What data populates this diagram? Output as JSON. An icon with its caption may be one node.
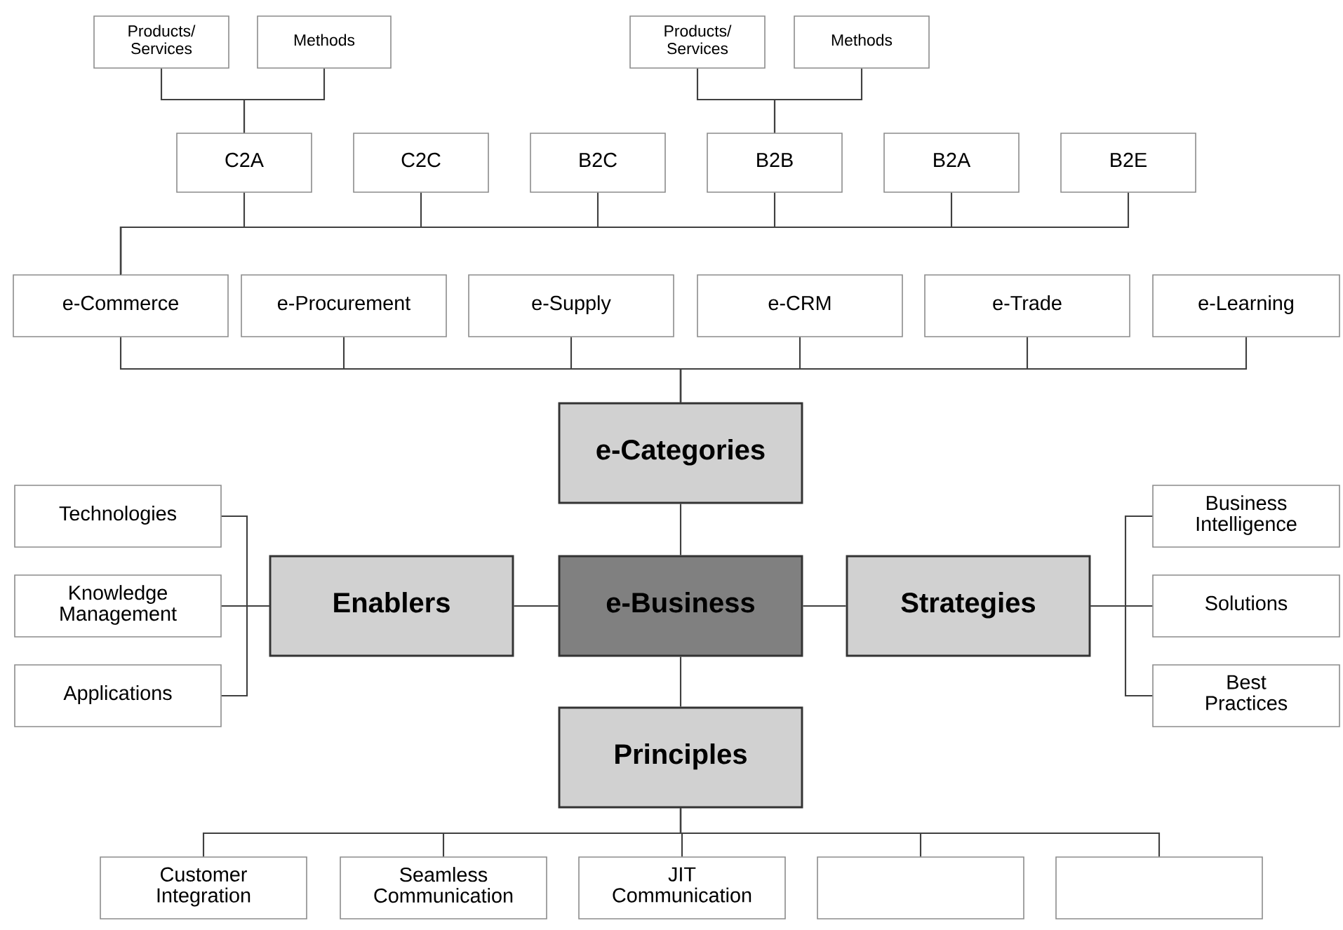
{
  "diagram": {
    "nodes": [
      {
        "text": [
          "Products/ Services"
        ]
      },
      {
        "text": [
          "Methods"
        ]
      },
      {
        "text": [
          "Products/ Services"
        ]
      },
      {
        "text": [
          "Methods"
        ]
      },
      {
        "text": [
          "C2A"
        ]
      },
      {
        "text": [
          "C2C"
        ]
      },
      {
        "text": [
          "B2C"
        ]
      },
      {
        "text": [
          "B2B"
        ]
      },
      {
        "text": [
          "B2A"
        ]
      },
      {
        "text": [
          "B2E"
        ]
      },
      {
        "text": [
          "e-Commerce"
        ]
      },
      {
        "text": [
          "e-Procurement"
        ]
      },
      {
        "text": [
          "e-Supply"
        ]
      },
      {
        "text": [
          "e-CRM"
        ]
      },
      {
        "text": [
          "e-Trade"
        ]
      },
      {
        "text": [
          "e-Learning"
        ]
      },
      {
        "text": [
          "e-Categories"
        ]
      },
      {
        "text": [
          "Technologies"
        ]
      },
      {
        "text": [
          "Knowledge Management"
        ]
      },
      {
        "text": [
          "Applications"
        ]
      },
      {
        "text": [
          "Enablers"
        ]
      },
      {
        "text": [
          "e-Business"
        ]
      },
      {
        "text": [
          "Strategies"
        ]
      },
      {
        "text": [
          "Business Intelligence"
        ]
      },
      {
        "text": [
          "Solutions"
        ]
      },
      {
        "text": [
          "Best Practices"
        ]
      },
      {
        "text": [
          "Principles"
        ]
      },
      {
        "text": [
          "Customer Integration"
        ]
      },
      {
        "text": [
          "Seamless Communication"
        ]
      },
      {
        "text": [
          "JIT Communication"
        ]
      },
      {
        "text": [],
        "shape": "box"
      },
      {
        "text": [],
        "shape": "box"
      }
    ],
    "edges": [
      {
        "from": 0,
        "to": 4,
        "arrow": "none"
      },
      {
        "from": 1,
        "to": 4,
        "arrow": "none"
      },
      {
        "from": 2,
        "to": 7,
        "arrow": "none"
      },
      {
        "from": 3,
        "to": 7,
        "arrow": "none"
      },
      {
        "from": 4,
        "to": 10,
        "arrow": "none"
      },
      {
        "from": 5,
        "to": 10,
        "arrow": "none"
      },
      {
        "from": 6,
        "to": 10,
        "arrow": "none"
      },
      {
        "from": 7,
        "to": 10,
        "arrow": "none"
      },
      {
        "from": 8,
        "to": 10,
        "arrow": "none"
      },
      {
        "from": 9,
        "to": 10,
        "arrow": "none"
      },
      {
        "from": 10,
        "to": 16,
        "arrow": "none"
      },
      {
        "from": 11,
        "to": 16,
        "arrow": "none"
      },
      {
        "from": 12,
        "to": 16,
        "arrow": "none"
      },
      {
        "from": 13,
        "to": 16,
        "arrow": "none"
      },
      {
        "from": 14,
        "to": 16,
        "arrow": "none"
      },
      {
        "from": 15,
        "to": 16,
        "arrow": "none"
      },
      {
        "from": 16,
        "to": 21,
        "arrow": "none"
      },
      {
        "from": 17,
        "to": 20,
        "arrow": "none"
      },
      {
        "from": 18,
        "to": 20,
        "arrow": "none"
      },
      {
        "from": 19,
        "to": 20,
        "arrow": "none"
      },
      {
        "from": 20,
        "to": 21,
        "arrow": "none"
      },
      {
        "from": 21,
        "to": 22,
        "arrow": "none"
      },
      {
        "from": 22,
        "to": 23,
        "arrow": "none"
      },
      {
        "from": 22,
        "to": 24,
        "arrow": "none"
      },
      {
        "from": 22,
        "to": 25,
        "arrow": "none"
      },
      {
        "from": 21,
        "to": 26,
        "arrow": "none"
      },
      {
        "from": 26,
        "to": 27,
        "arrow": "none"
      },
      {
        "from": 26,
        "to": 28,
        "arrow": "none"
      },
      {
        "from": 26,
        "to": 29,
        "arrow": "none"
      },
      {
        "from": 26,
        "to": 30,
        "arrow": "none"
      },
      {
        "from": 26,
        "to": 31,
        "arrow": "none"
      }
    ]
  }
}
